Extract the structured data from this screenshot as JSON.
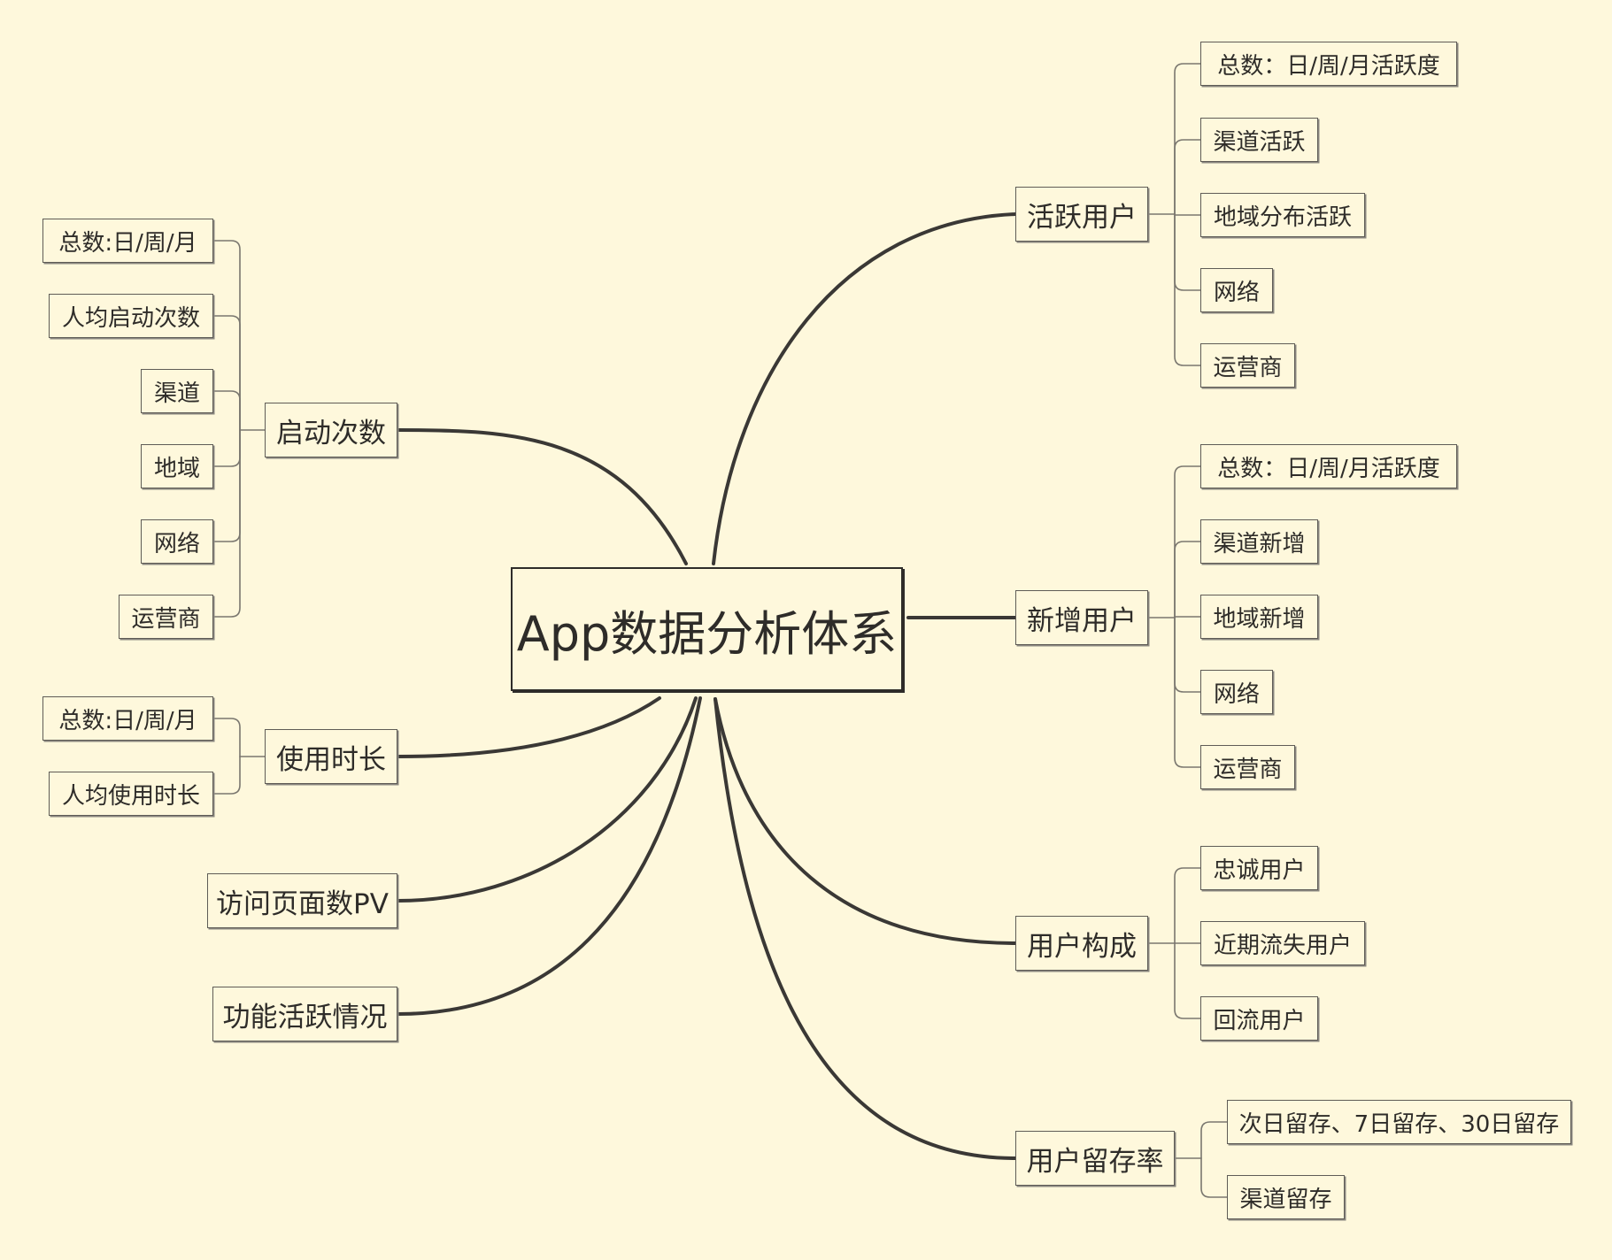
{
  "root": {
    "label": "App数据分析体系"
  },
  "branches": [
    {
      "id": "active",
      "side": "right",
      "label": "活跃用户",
      "children": [
        "总数：日/周/月活跃度",
        "渠道活跃",
        "地域分布活跃",
        "网络",
        "运营商"
      ]
    },
    {
      "id": "new",
      "side": "right",
      "label": "新增用户",
      "children": [
        "总数：日/周/月活跃度",
        "渠道新增",
        "地域新增",
        "网络",
        "运营商"
      ]
    },
    {
      "id": "composition",
      "side": "right",
      "label": "用户构成",
      "children": [
        "忠诚用户",
        "近期流失用户",
        "回流用户"
      ]
    },
    {
      "id": "retention",
      "side": "right",
      "label": "用户留存率",
      "children": [
        "次日留存、7日留存、30日留存",
        "渠道留存"
      ]
    },
    {
      "id": "launches",
      "side": "left",
      "label": "启动次数",
      "children": [
        "总数:日/周/月",
        "人均启动次数",
        "渠道",
        "地域",
        "网络",
        "运营商"
      ]
    },
    {
      "id": "duration",
      "side": "left",
      "label": "使用时长",
      "children": [
        "总数:日/周/月",
        "人均使用时长"
      ]
    },
    {
      "id": "pv",
      "side": "left",
      "label": "访问页面数PV",
      "children": []
    },
    {
      "id": "features",
      "side": "left",
      "label": "功能活跃情况",
      "children": []
    }
  ],
  "colors": {
    "background": "#FEF8DC",
    "line": "#3A3835",
    "connector": "#7A776F",
    "text": "#2E2C29"
  }
}
